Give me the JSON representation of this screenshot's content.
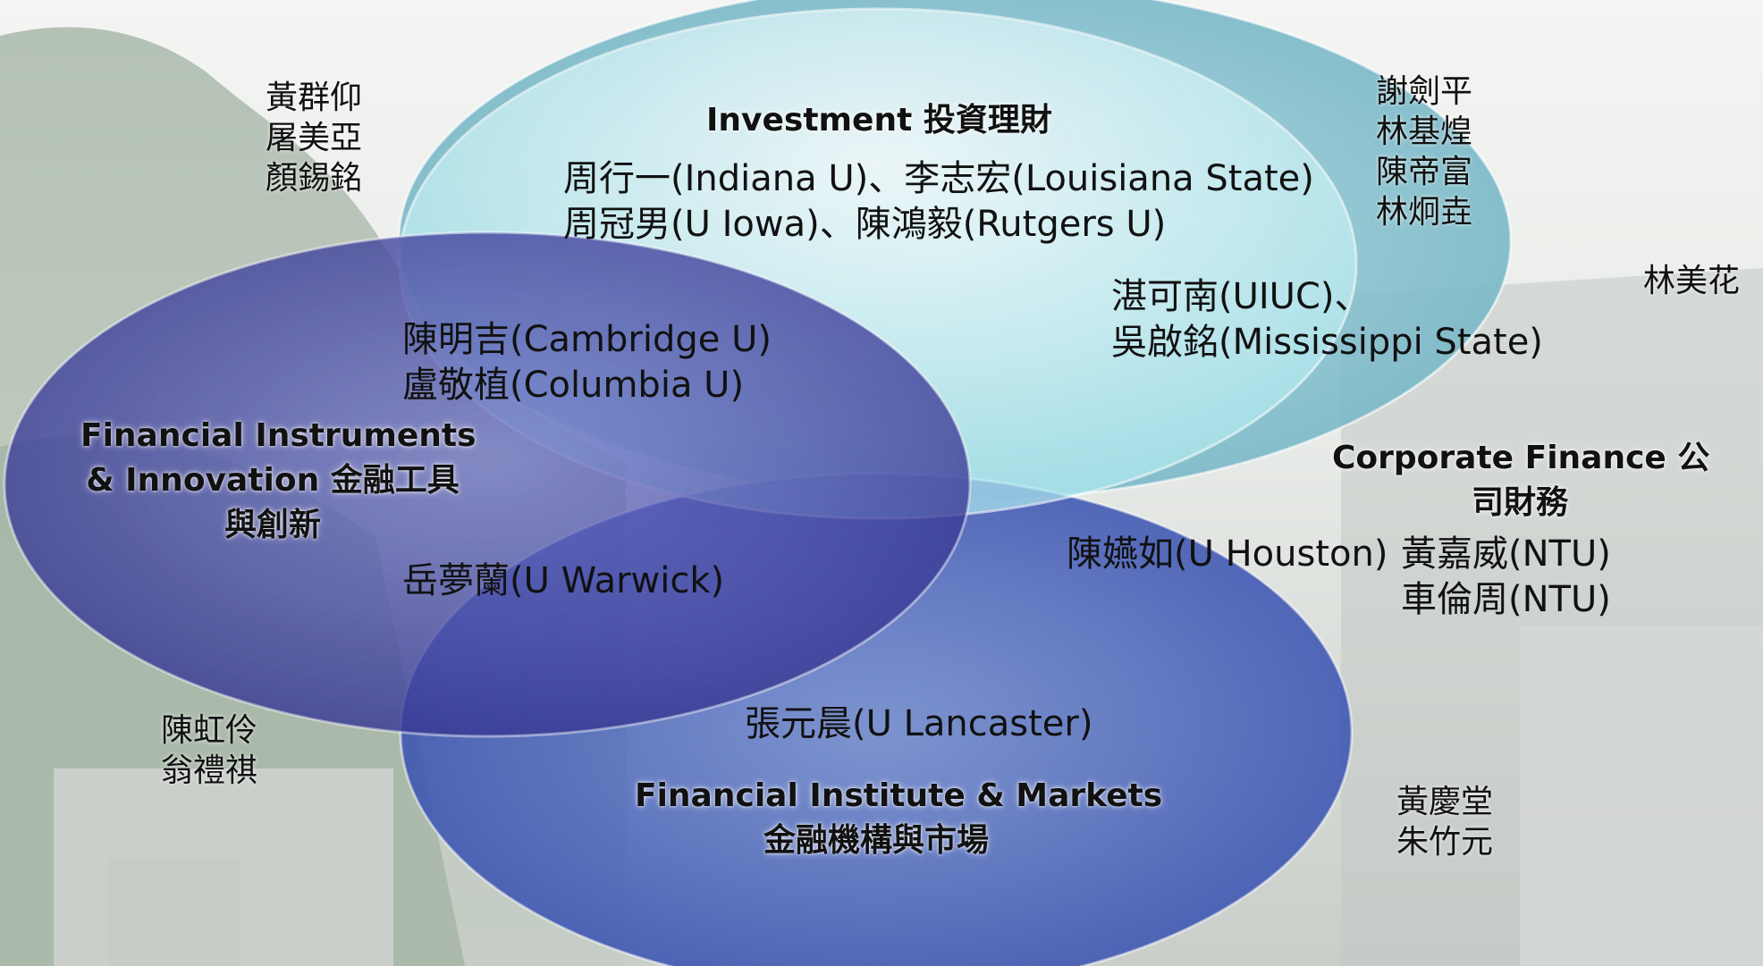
{
  "circles": [
    {
      "id": "investment",
      "title": "Investment 投資理財",
      "members": [
        "周行一(Indiana U)、李志宏(Louisiana State)",
        "周冠男(U Iowa)、陳鴻毅(Rutgers U)"
      ],
      "fill": "#cdf3f6"
    },
    {
      "id": "financial-instruments",
      "title_lines": [
        "Financial Instruments",
        "& Innovation 金融工具",
        "與創新"
      ],
      "fill": "#3c3f9a"
    },
    {
      "id": "corporate-finance",
      "title_lines": [
        "Corporate Finance 公",
        "司財務"
      ],
      "fill": "#8ec6d2"
    },
    {
      "id": "financial-institute",
      "title_lines": [
        "Financial Institute & Markets",
        "金融機構與市場"
      ],
      "fill": "#4157b8"
    }
  ],
  "overlaps": {
    "investment_instruments": [
      "陳明吉(Cambridge U)",
      "盧敬植(Columbia U)"
    ],
    "investment_corporate": [
      "湛可南(UIUC)、",
      "吳啟銘(Mississippi State)"
    ],
    "instruments_institute": "岳夢蘭(U Warwick)",
    "institute_center": "張元晨(U Lancaster)",
    "corporate_institute": "陳嬿如(U Houston)",
    "corporate_only": [
      "黃嘉威(NTU)",
      "車倫周(NTU)"
    ]
  },
  "outside": {
    "top_left": [
      "黃群仰",
      "屠美亞",
      "顏錫銘"
    ],
    "top_right": [
      "謝劍平",
      "林基煌",
      "陳帝富",
      "林炯垚"
    ],
    "far_right": "林美花",
    "bottom_left": [
      "陳虹伶",
      "翁禮祺"
    ],
    "bottom_right": [
      "黃慶堂",
      "朱竹元"
    ]
  }
}
